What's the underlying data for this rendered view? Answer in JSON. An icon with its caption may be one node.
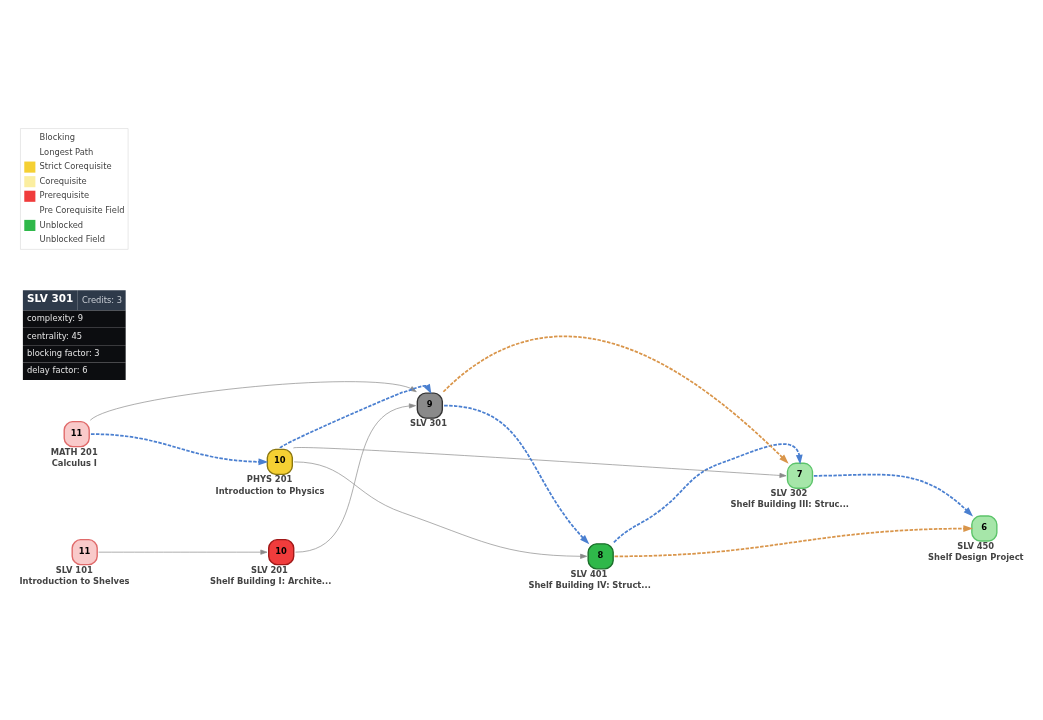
{
  "diagram": {
    "nodes": [
      {
        "text": [
          "11"
        ],
        "beside": [
          "SLV 101",
          "Introduction to Shelves"
        ]
      },
      {
        "text": [
          "10"
        ],
        "beside": [
          "SLV 201",
          "Shelf Building I: Archite..."
        ]
      },
      {
        "text": [
          "8"
        ],
        "beside": [
          "SLV 401",
          "Shelf Building IV: Struct..."
        ]
      },
      {
        "text": [
          "6"
        ],
        "beside": [
          "SLV 450",
          "Shelf Design Project"
        ]
      },
      {
        "text": [
          "11"
        ],
        "beside": [
          "MATH 201",
          "Calculus I"
        ]
      },
      {
        "text": [
          "10"
        ],
        "beside": [
          "PHYS 201",
          "Introduction to Physics"
        ]
      },
      {
        "text": [
          "7"
        ],
        "beside": [
          "SLV 302",
          "Shelf Building III: Struc..."
        ]
      },
      {
        "text": [
          "9"
        ],
        "beside": [
          "SLV 301"
        ]
      },
      {
        "text": [
          "SLV 301",
          "Credits: 3",
          "complexity: 9",
          "centrality: 45",
          "blocking factor: 3",
          "delay factor: 6"
        ]
      }
    ],
    "edges": [
      {
        "from": 0,
        "to": 1,
        "arrow": "to"
      },
      {
        "from": 1,
        "to": 7,
        "arrow": "to"
      },
      {
        "from": 4,
        "to": 5,
        "arrow": "to",
        "style": "dashed",
        "color": "#4a7fd0"
      },
      {
        "from": 4,
        "to": 7,
        "arrow": "to"
      },
      {
        "from": 5,
        "to": 2,
        "arrow": "to"
      },
      {
        "from": 5,
        "to": 6,
        "arrow": "to"
      },
      {
        "from": 5,
        "to": 7,
        "arrow": "to",
        "style": "dashed",
        "color": "#4a7fd0"
      },
      {
        "from": 7,
        "to": 2,
        "arrow": "to",
        "style": "dashed",
        "color": "#4a7fd0"
      },
      {
        "from": 7,
        "to": 6,
        "arrow": "to",
        "style": "dashed",
        "color": "#d9954a"
      },
      {
        "from": 2,
        "to": 3,
        "arrow": "to",
        "style": "dashed",
        "color": "#d9954a"
      },
      {
        "from": 2,
        "to": 6,
        "arrow": "to",
        "style": "dashed",
        "color": "#4a7fd0"
      },
      {
        "from": 6,
        "to": 3,
        "arrow": "to",
        "style": "dashed",
        "color": "#4a7fd0"
      }
    ],
    "legend": [
      {
        "text": "Blocking"
      },
      {
        "text": "Longest Path"
      },
      {
        "text": "Strict Corequisite",
        "color": "#f5d033"
      },
      {
        "text": "Corequisite",
        "color": "#fbeea0"
      },
      {
        "text": "Prerequisite",
        "color": "#f03c3c"
      },
      {
        "text": "Pre Corequisite Field"
      },
      {
        "text": "Unblocked",
        "color": "#2fb84a"
      },
      {
        "text": "Unblocked Field"
      }
    ]
  }
}
